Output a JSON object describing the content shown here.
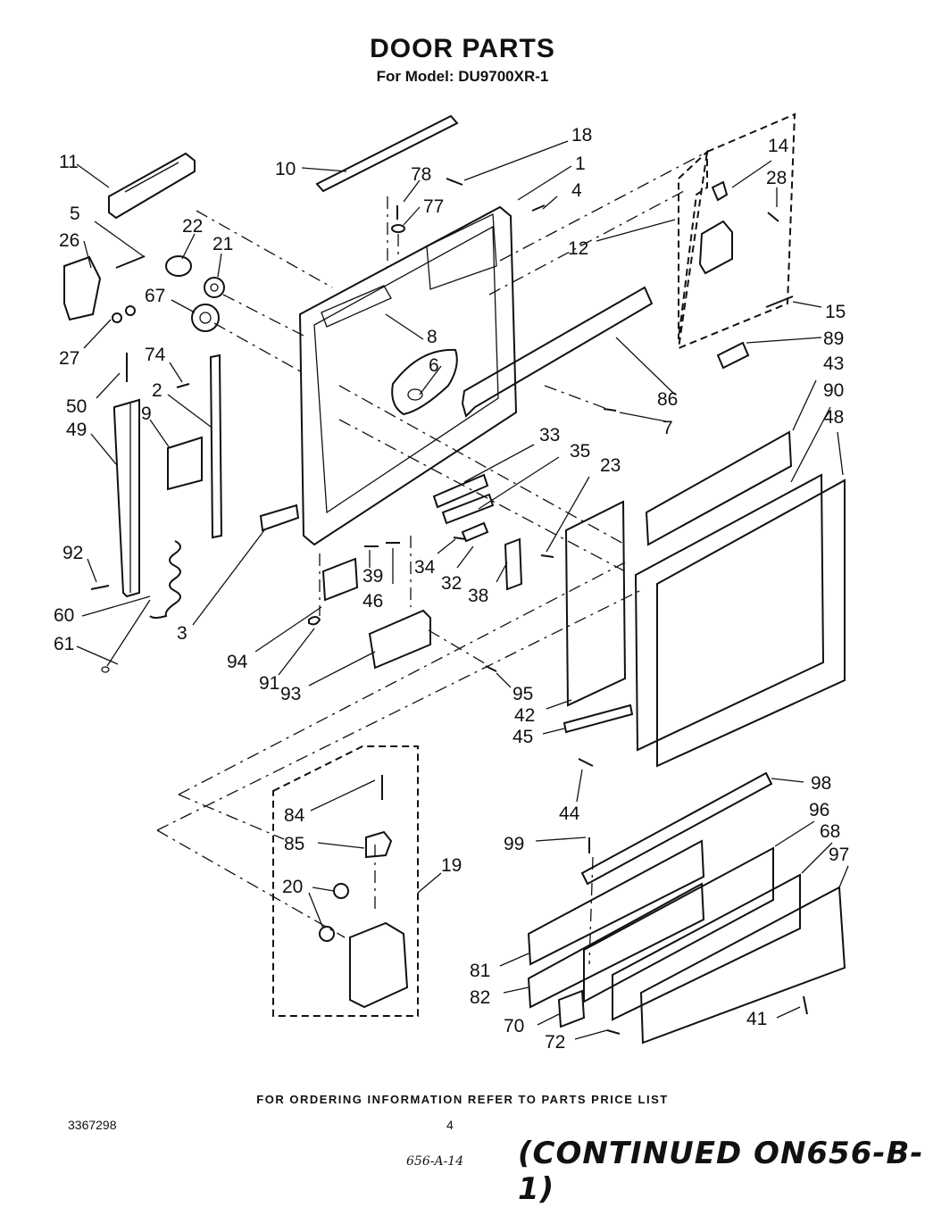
{
  "header": {
    "title": "DOOR PARTS",
    "subtitle": "For Model: DU9700XR-1"
  },
  "callouts": [
    {
      "id": "c1",
      "label": "1"
    },
    {
      "id": "c2",
      "label": "2"
    },
    {
      "id": "c3",
      "label": "3"
    },
    {
      "id": "c4",
      "label": "4"
    },
    {
      "id": "c5",
      "label": "5"
    },
    {
      "id": "c6",
      "label": "6"
    },
    {
      "id": "c7",
      "label": "7"
    },
    {
      "id": "c8",
      "label": "8"
    },
    {
      "id": "c9",
      "label": "9"
    },
    {
      "id": "c10",
      "label": "10"
    },
    {
      "id": "c11",
      "label": "11"
    },
    {
      "id": "c12",
      "label": "12"
    },
    {
      "id": "c14",
      "label": "14"
    },
    {
      "id": "c15",
      "label": "15"
    },
    {
      "id": "c18",
      "label": "18"
    },
    {
      "id": "c19",
      "label": "19"
    },
    {
      "id": "c20",
      "label": "20"
    },
    {
      "id": "c21",
      "label": "21"
    },
    {
      "id": "c22",
      "label": "22"
    },
    {
      "id": "c23",
      "label": "23"
    },
    {
      "id": "c26",
      "label": "26"
    },
    {
      "id": "c27",
      "label": "27"
    },
    {
      "id": "c28",
      "label": "28"
    },
    {
      "id": "c32",
      "label": "32"
    },
    {
      "id": "c33",
      "label": "33"
    },
    {
      "id": "c34",
      "label": "34"
    },
    {
      "id": "c35",
      "label": "35"
    },
    {
      "id": "c38",
      "label": "38"
    },
    {
      "id": "c39",
      "label": "39"
    },
    {
      "id": "c41",
      "label": "41"
    },
    {
      "id": "c42",
      "label": "42"
    },
    {
      "id": "c43",
      "label": "43"
    },
    {
      "id": "c44",
      "label": "44"
    },
    {
      "id": "c45",
      "label": "45"
    },
    {
      "id": "c46",
      "label": "46"
    },
    {
      "id": "c48",
      "label": "48"
    },
    {
      "id": "c49",
      "label": "49"
    },
    {
      "id": "c50",
      "label": "50"
    },
    {
      "id": "c60",
      "label": "60"
    },
    {
      "id": "c61",
      "label": "61"
    },
    {
      "id": "c67",
      "label": "67"
    },
    {
      "id": "c68",
      "label": "68"
    },
    {
      "id": "c70",
      "label": "70"
    },
    {
      "id": "c72",
      "label": "72"
    },
    {
      "id": "c74",
      "label": "74"
    },
    {
      "id": "c77",
      "label": "77"
    },
    {
      "id": "c78",
      "label": "78"
    },
    {
      "id": "c81",
      "label": "81"
    },
    {
      "id": "c82",
      "label": "82"
    },
    {
      "id": "c84",
      "label": "84"
    },
    {
      "id": "c85",
      "label": "85"
    },
    {
      "id": "c86",
      "label": "86"
    },
    {
      "id": "c89",
      "label": "89"
    },
    {
      "id": "c90",
      "label": "90"
    },
    {
      "id": "c91",
      "label": "91"
    },
    {
      "id": "c92",
      "label": "92"
    },
    {
      "id": "c93",
      "label": "93"
    },
    {
      "id": "c94",
      "label": "94"
    },
    {
      "id": "c95",
      "label": "95"
    },
    {
      "id": "c96",
      "label": "96"
    },
    {
      "id": "c97",
      "label": "97"
    },
    {
      "id": "c98",
      "label": "98"
    },
    {
      "id": "c99",
      "label": "99"
    }
  ],
  "footer": {
    "ordering_note": "FOR ORDERING INFORMATION REFER TO PARTS PRICE LIST",
    "doc_number": "3367298",
    "page_number": "4",
    "handwritten_ref": "656-A-14",
    "continued_note": "(CONTINUED ON656-B-1)"
  }
}
